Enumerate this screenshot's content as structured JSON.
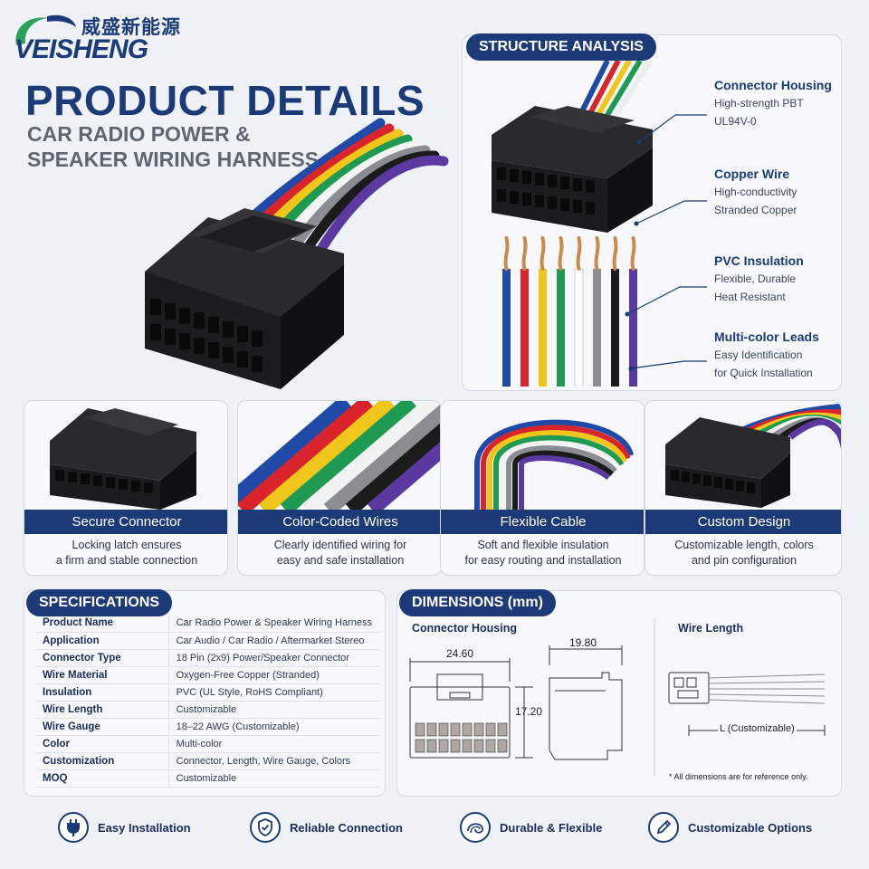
{
  "brand": {
    "name_cn": "威盛新能源",
    "name_en": "VEISHENG"
  },
  "header": {
    "title": "PRODUCT DETAILS",
    "subtitle_line1": "CAR RADIO POWER &",
    "subtitle_line2": "SPEAKER WIRING HARNESS"
  },
  "structure": {
    "heading": "STRUCTURE ANALYSIS",
    "items": [
      {
        "title": "Connector Housing",
        "line1": "High-strength PBT",
        "line2": "UL94V-0"
      },
      {
        "title": "Copper Wire",
        "line1": "High-conductivity",
        "line2": "Stranded Copper"
      },
      {
        "title": "PVC Insulation",
        "line1": "Flexible, Durable",
        "line2": "Heat Resistant"
      },
      {
        "title": "Multi-color Leads",
        "line1": "Easy Identification",
        "line2": "for Quick Installation"
      }
    ]
  },
  "wire_colors": [
    "#1f4aa8",
    "#d8242a",
    "#f1c61b",
    "#1e9a52",
    "#ffffff",
    "#8a8d92",
    "#1b1b1b",
    "#5a3aa0"
  ],
  "cards": [
    {
      "title": "Secure Connector",
      "line1": "Locking latch ensures",
      "line2": "a firm and stable connection"
    },
    {
      "title": "Color-Coded Wires",
      "line1": "Clearly identified wiring for",
      "line2": "easy and safe installation"
    },
    {
      "title": "Flexible Cable",
      "line1": "Soft and flexible insulation",
      "line2": "for easy routing and installation"
    },
    {
      "title": "Custom Design",
      "line1": "Customizable length, colors",
      "line2": "and pin configuration"
    }
  ],
  "specifications": {
    "heading": "SPECIFICATIONS",
    "rows": [
      {
        "key": "Product Name",
        "value": "Car Radio Power & Speaker Wiring Harness"
      },
      {
        "key": "Application",
        "value": "Car Audio / Car Radio / Aftermarket Stereo"
      },
      {
        "key": "Connector Type",
        "value": "18 Pin (2x9) Power/Speaker Connector"
      },
      {
        "key": "Wire Material",
        "value": "Oxygen-Free Copper (Stranded)"
      },
      {
        "key": "Insulation",
        "value": "PVC (UL Style, RoHS Compliant)"
      },
      {
        "key": "Wire Length",
        "value": "Customizable"
      },
      {
        "key": "Wire Gauge",
        "value": "18–22 AWG (Customizable)"
      },
      {
        "key": "Color",
        "value": "Multi-color"
      },
      {
        "key": "Customization",
        "value": "Connector, Length, Wire Gauge, Colors"
      },
      {
        "key": "MOQ",
        "value": "Customizable"
      }
    ]
  },
  "dimensions": {
    "heading": "DIMENSIONS (mm)",
    "connector_label": "Connector Housing",
    "wire_label": "Wire Length",
    "width": "24.60",
    "depth": "19.80",
    "height": "17.20",
    "length_label": "L (Customizable)",
    "note": "* All dimensions are for reference only."
  },
  "features": [
    {
      "label": "Easy Installation",
      "icon": "plug-icon"
    },
    {
      "label": "Reliable Connection",
      "icon": "shield-check-icon"
    },
    {
      "label": "Durable & Flexible",
      "icon": "cable-loop-icon"
    },
    {
      "label": "Customizable Options",
      "icon": "pencil-icon"
    }
  ]
}
